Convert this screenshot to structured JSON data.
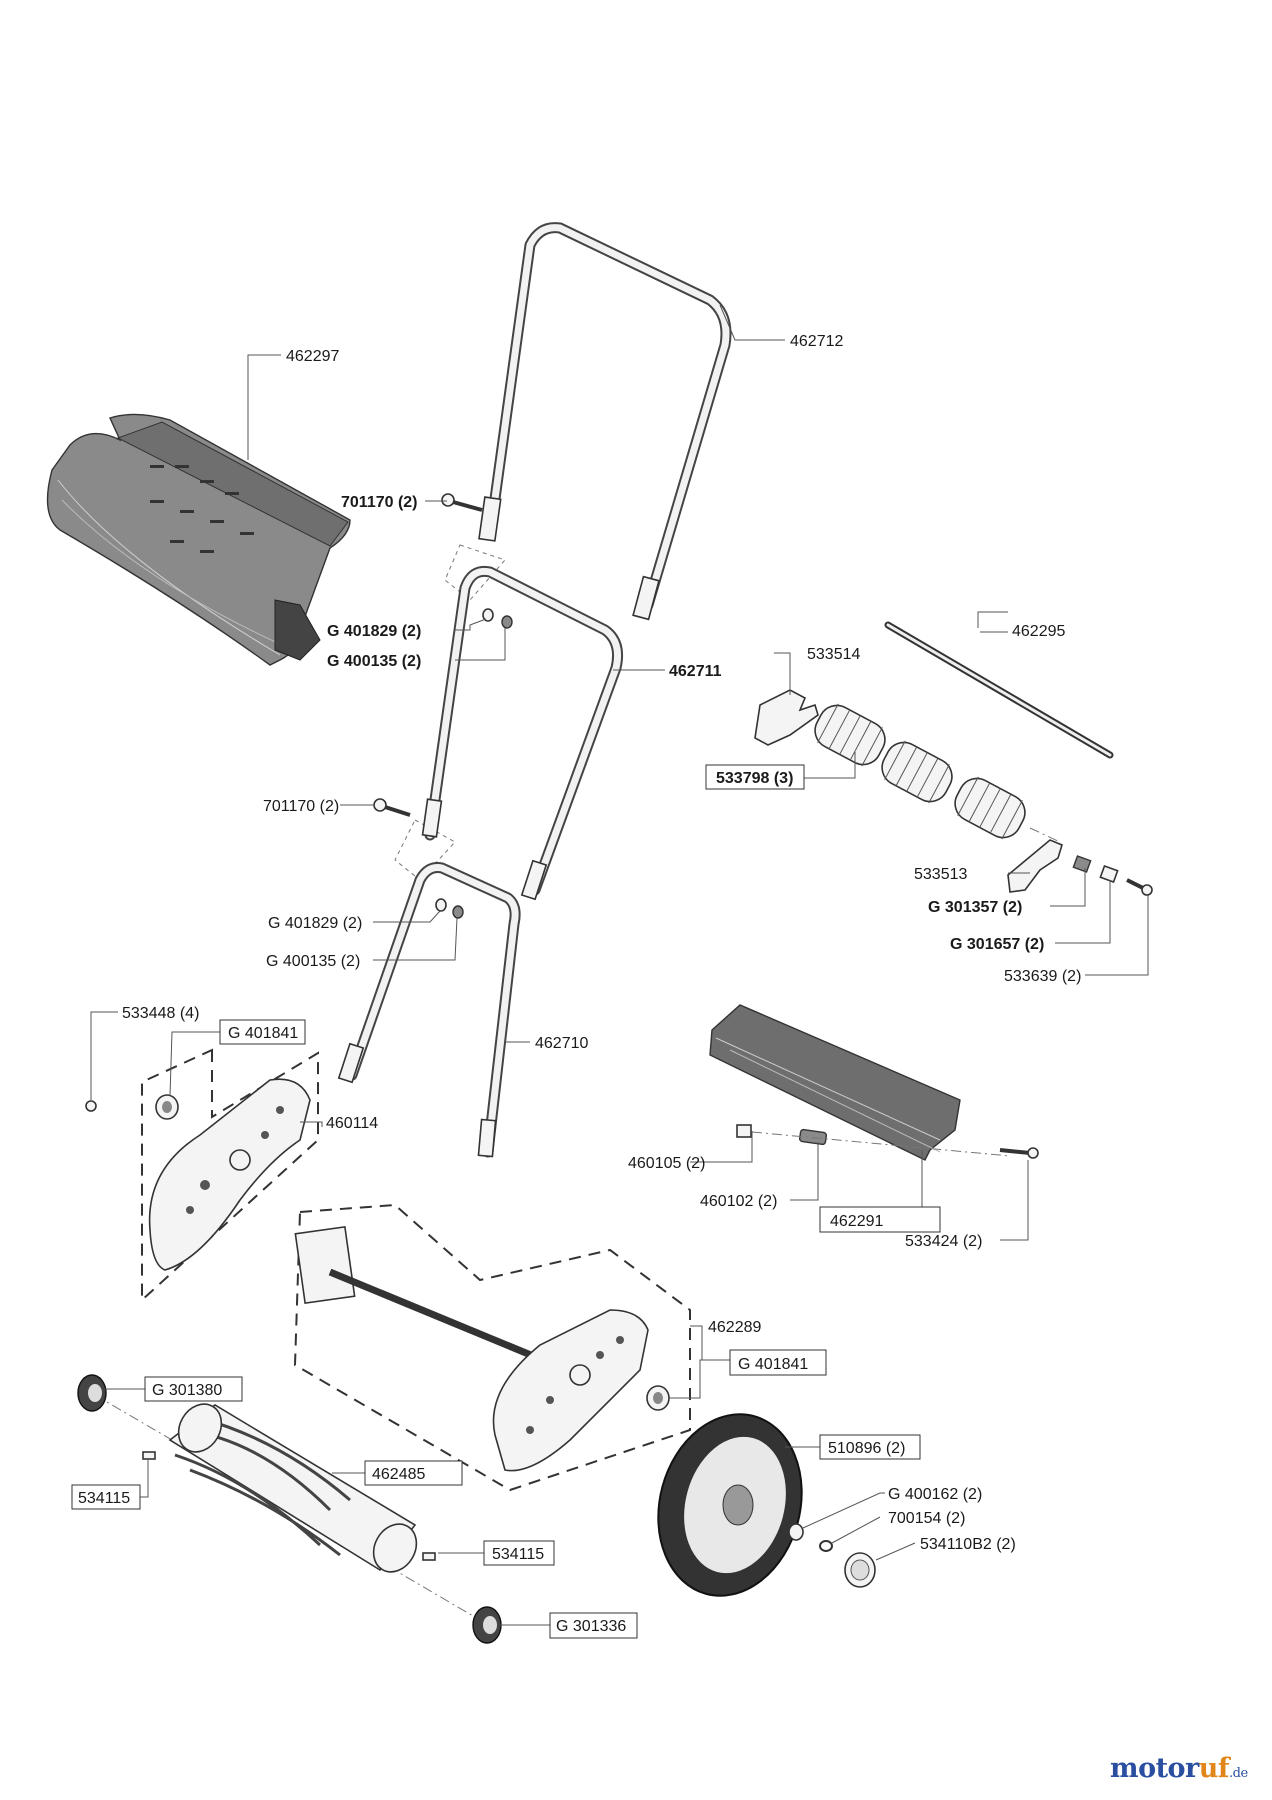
{
  "labels": {
    "grass_box": "462297",
    "handle_top": "462712",
    "bolt_top": "701170 (2)",
    "washer_top": "G 401829 (2)",
    "nut_top": "G 400135 (2)",
    "handle_middle": "462711",
    "bolt_mid": "701170 (2)",
    "washer_mid": "G 401829 (2)",
    "nut_mid": "G 400135 (2)",
    "handle_lower": "462710",
    "rod": "462295",
    "roller_bracket_top": "533514",
    "roller": "533798 (3)",
    "roller_bracket_bottom": "533513",
    "spring_small": "G 301357 (2)",
    "sleeve": "G 301657 (2)",
    "screw_roller": "533639 (2)",
    "screw_side": "533448 (4)",
    "bearing_left": "G 401841",
    "side_plate_left": "460114",
    "cutter_bar": "462291",
    "nut_bar": "460105 (2)",
    "spring_bar": "460102 (2)",
    "screw_bar": "533424 (2)",
    "frame_right": "462289",
    "bearing_right": "G 401841",
    "gear_top": "G 301380",
    "wheel": "510896 (2)",
    "washer_wheel": "G 400162 (2)",
    "clip_wheel": "700154 (2)",
    "hubcap": "534110B2 (2)",
    "cylinder": "462485",
    "key_left": "534115",
    "key_right": "534115",
    "gear_bottom": "G 301336"
  },
  "brand": {
    "name_a": "motor",
    "name_b": "uf",
    "suffix": ".de"
  }
}
